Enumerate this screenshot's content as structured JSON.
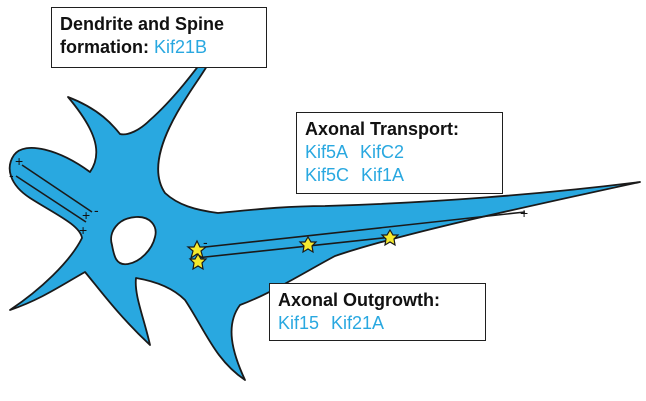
{
  "boxes": {
    "dendrite": {
      "title_line1": "Dendrite and Spine",
      "title_line2": "formation:",
      "kinesins": [
        "Kif21B"
      ]
    },
    "transport": {
      "title": "Axonal Transport:",
      "kinesins": [
        "Kif5A",
        "KifC2",
        "Kif5C",
        "Kif1A"
      ]
    },
    "outgrowth": {
      "title": "Axonal Outgrowth:",
      "kinesins": [
        "Kif15",
        "Kif21A"
      ]
    }
  },
  "microtubule_marks": {
    "plus": "+",
    "minus": "-"
  },
  "colors": {
    "neuron_fill": "#29a8e0",
    "outline": "#1a1a1a",
    "kinesin_text": "#29a8e0",
    "motor_fill": "#f5ea2e"
  },
  "icons": {
    "motor": "star-motor-icon"
  }
}
